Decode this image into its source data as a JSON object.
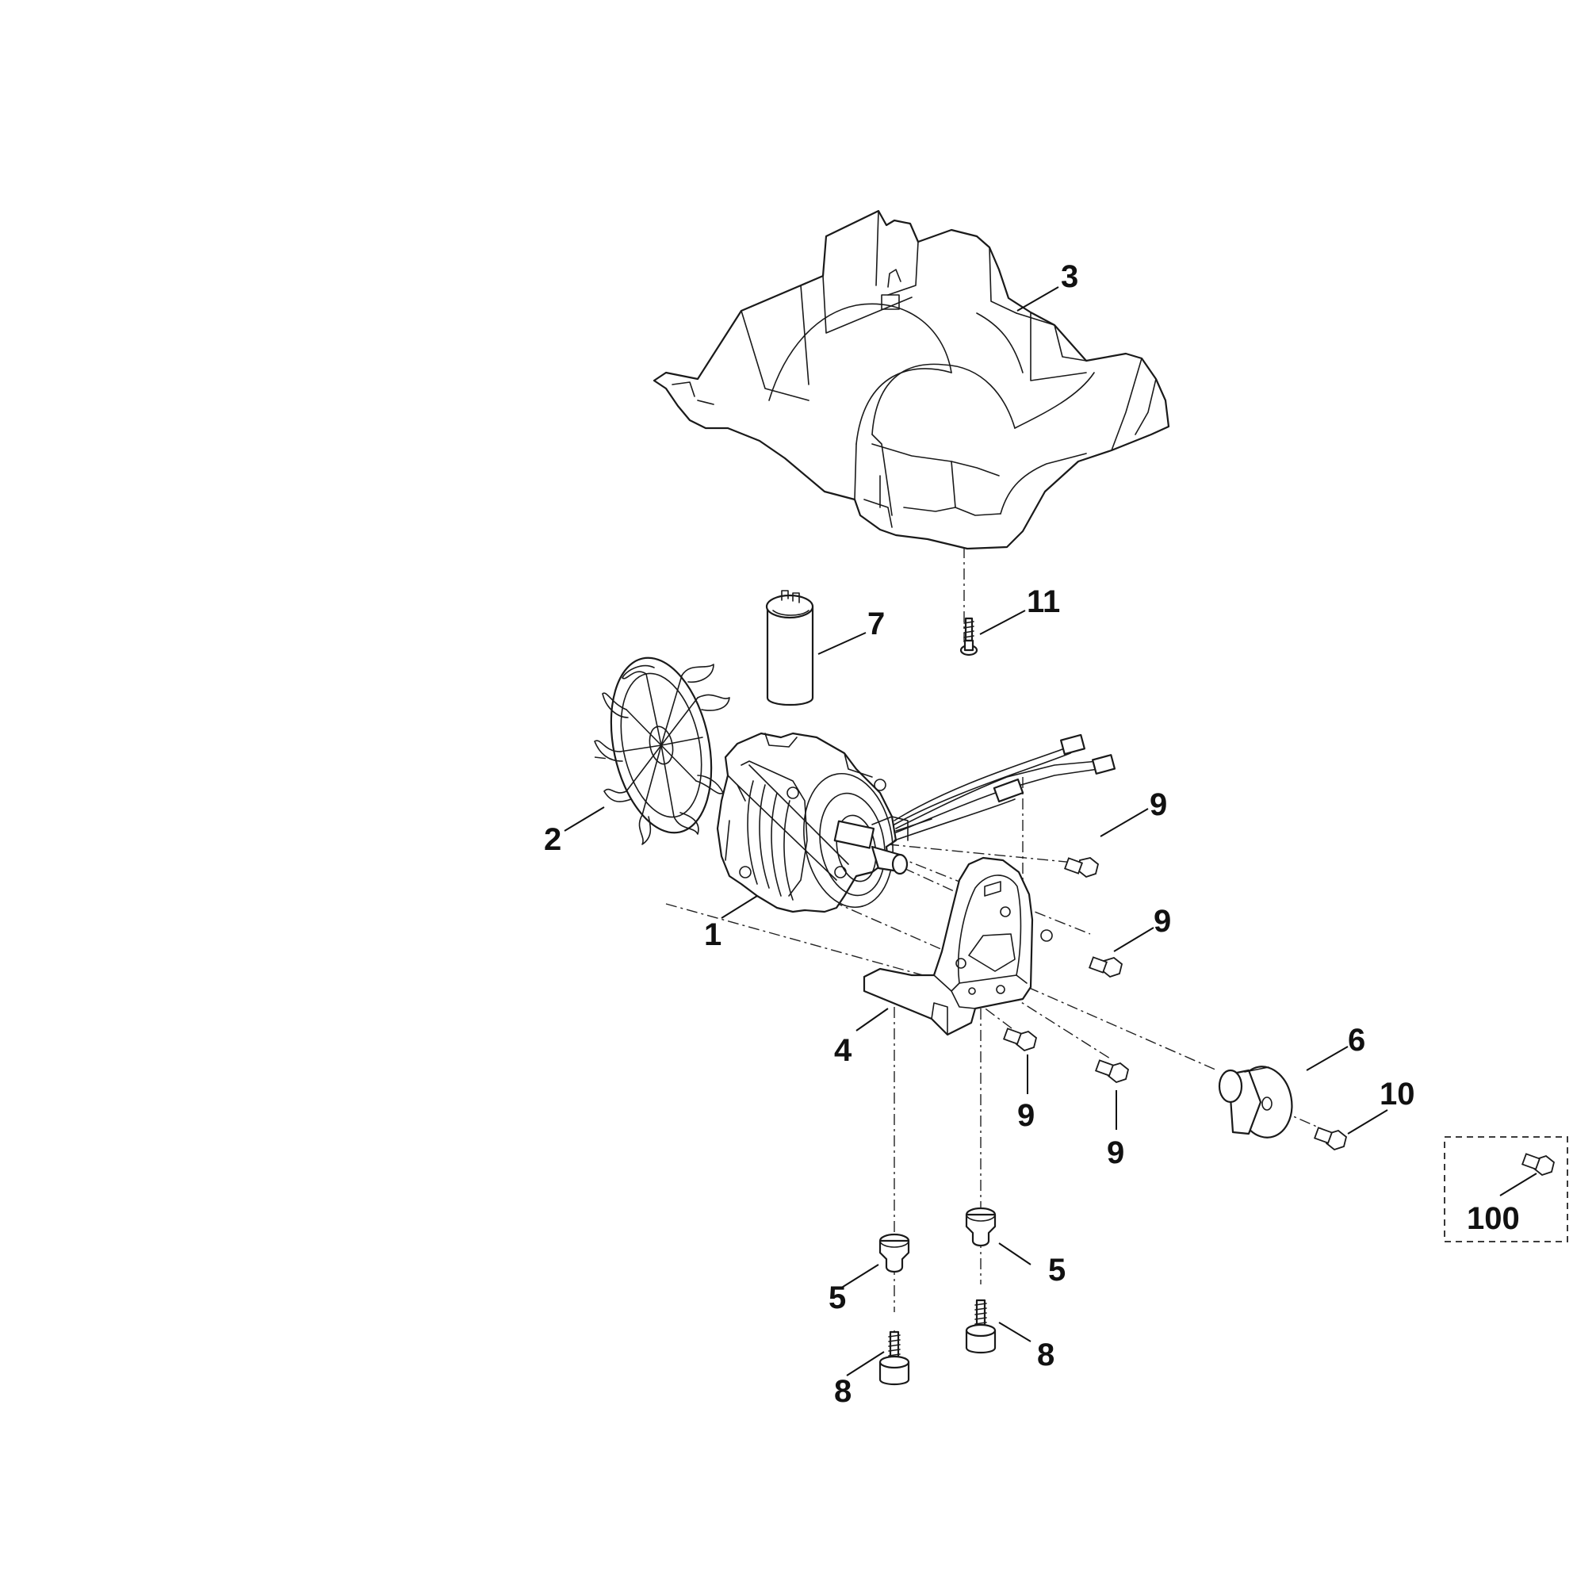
{
  "callouts": {
    "c1": "1",
    "c2": "2",
    "c3": "3",
    "c4": "4",
    "c5a": "5",
    "c5b": "5",
    "c6": "6",
    "c7": "7",
    "c8a": "8",
    "c8b": "8",
    "c9a": "9",
    "c9b": "9",
    "c9c": "9",
    "c9d": "9",
    "c10": "10",
    "c11": "11",
    "c100": "100"
  }
}
